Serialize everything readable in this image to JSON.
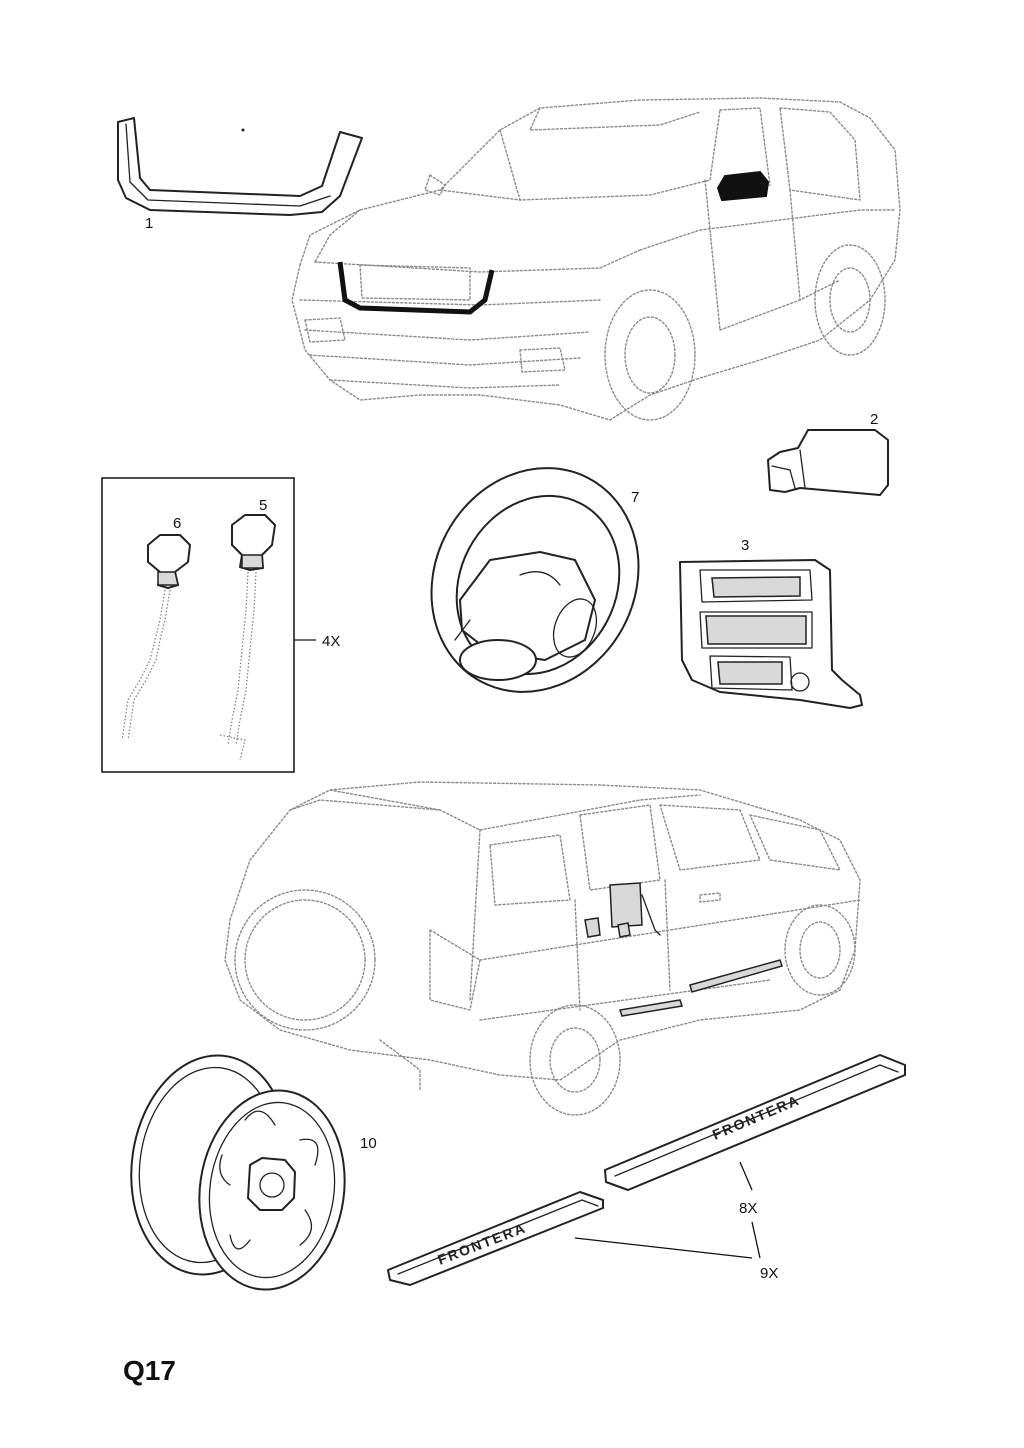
{
  "page_code": "Q17",
  "callouts": {
    "c1": "1",
    "c2": "2",
    "c3": "3",
    "c4": "4X",
    "c5": "5",
    "c6": "6",
    "c7": "7",
    "c8": "8X",
    "c9": "9X",
    "c10": "10"
  },
  "emblems": {
    "sill_front": "FRONTERA",
    "sill_rear": "FRONTERA"
  },
  "colors": {
    "line": "#222222",
    "vehicle_outline": "#8a8a8a",
    "background": "#ffffff"
  }
}
